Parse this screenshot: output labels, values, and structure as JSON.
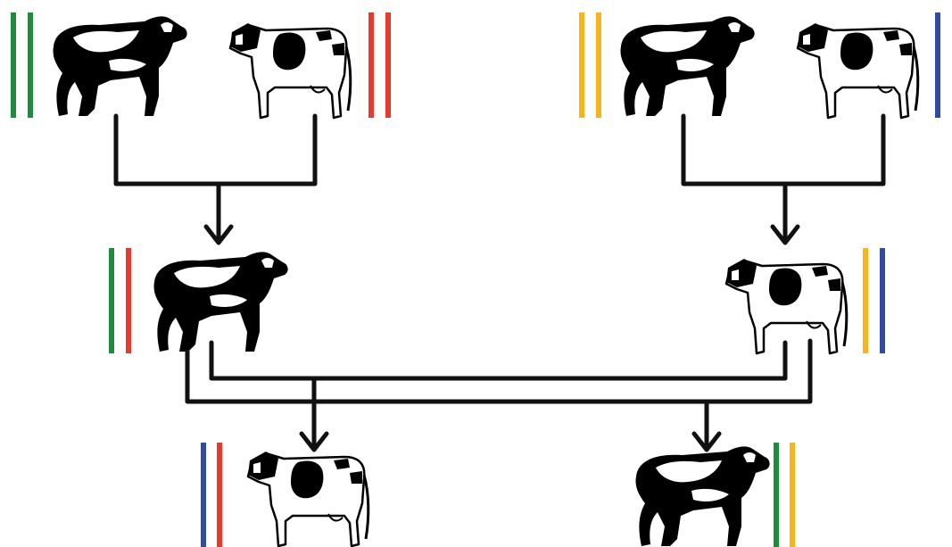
{
  "colors": {
    "green": "#1e8c3a",
    "red": "#e53a2e",
    "yellow": "#f6b51c",
    "blue": "#2f4da0",
    "line": "#111111"
  },
  "generations": {
    "grandparents_left": {
      "bull": {
        "icon": "bull-icon",
        "alleles": [
          "green",
          "green"
        ]
      },
      "cow": {
        "icon": "holstein-cow-icon",
        "alleles": [
          "red",
          "red"
        ]
      }
    },
    "grandparents_right": {
      "bull": {
        "icon": "bull-icon",
        "alleles": [
          "yellow",
          "yellow"
        ]
      },
      "cow": {
        "icon": "holstein-cow-icon",
        "alleles": [
          "blue"
        ]
      }
    },
    "parents": {
      "bull": {
        "icon": "bull-icon",
        "alleles": [
          "green",
          "red"
        ]
      },
      "cow": {
        "icon": "holstein-cow-icon",
        "alleles": [
          "yellow",
          "blue"
        ]
      }
    },
    "offspring": {
      "cow": {
        "icon": "holstein-cow-icon",
        "alleles": [
          "blue",
          "red"
        ]
      },
      "bull": {
        "icon": "bull-icon",
        "alleles": [
          "green",
          "yellow"
        ]
      }
    }
  }
}
